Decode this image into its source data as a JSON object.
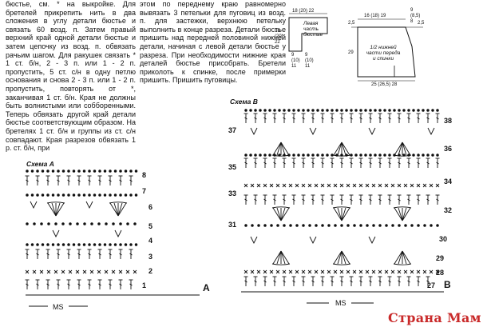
{
  "text": {
    "col1": "бюстье, см. * на выкройке. Для бретелей прикрепить нить в два сложения в углу детали бюстье и связать 60 возд. п. Затем правый верхний край одной детали бюстье и затем цепочку из возд. п. обвязать рачьим шагом. Для ракушек связать * 1 ст. б/н, 2 - 3 п. или 1 - 2 п. пропустить, 5 ст. с/н в одну петлю основания и снова 2 - 3 п. или 1 - 2 п. пропустить, повторять от *, заканчивая 1 ст. б/н. Края не должны быть волнистыми или собборенными. Теперь обвязать другой край детали бюстье соответствующим образом. На бретелях 1 ст. б/н и группы из ст. с/н совпадают. Края разрезов обвязать 1 р. ст. б/н, при",
    "col2": "этом по переднему краю равномерно вывязать 3 петельки для пуговиц из возд. п. для застежки, верхнюю петельку выполнить в конце разреза. Детали бюстье пришить над передней половиной нижней детали, начиная с левой детали бюстье у разреза. При необходимости нижние края деталей бюстье присобрать. Бретели приколоть к спинке, после примерки пришить. Пришить пуговицы."
  },
  "diagram_left": {
    "top_dims": "18 (20) 22",
    "side_dims": "18 (20) 22",
    "label": "Левая часть бюстье",
    "bottom_dims": "9 (10) 11"
  },
  "diagram_right": {
    "top_dims": "16 (18) 19",
    "top_right": "9 (8,5) 8",
    "left_upper": "2,5",
    "left_lower": "29",
    "right_dim": "2,5",
    "label": "1/2 нижней части переда и спинки",
    "bottom_dims": "25 (26,5) 28"
  },
  "scheme_a": {
    "title": "Схема А",
    "corner": "A",
    "ms": "MS",
    "rows": [
      "8",
      "7",
      "6",
      "5",
      "4",
      "3",
      "2",
      "1"
    ]
  },
  "scheme_b": {
    "title": "Схема В",
    "corner": "B",
    "ms": "MS",
    "rows": [
      "38",
      "37",
      "36",
      "35",
      "34",
      "33",
      "32",
      "31",
      "30",
      "29",
      "28",
      "27"
    ]
  },
  "watermark": "Страна Мам",
  "colors": {
    "ink": "#111111",
    "watermark": "#c92a2a"
  }
}
